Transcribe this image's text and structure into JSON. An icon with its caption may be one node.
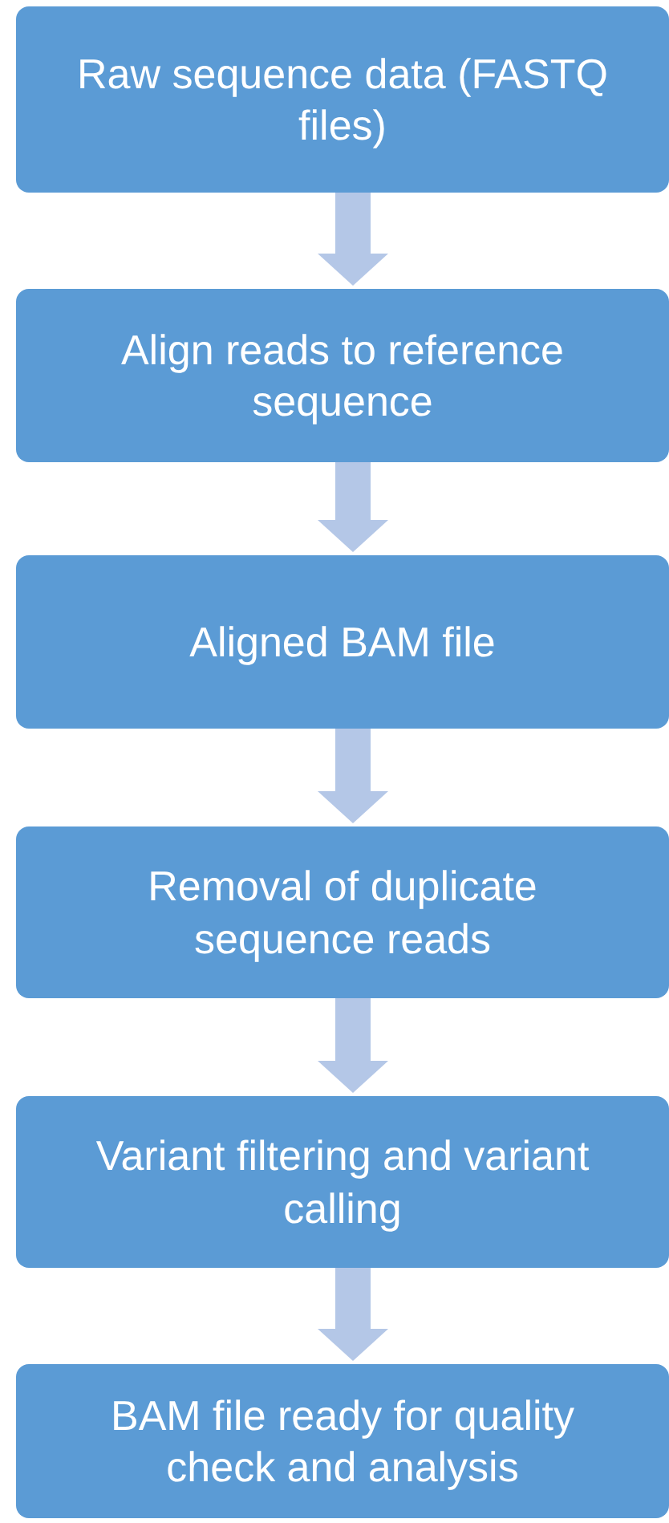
{
  "diagram": {
    "nodes": [
      {
        "text": [
          "Raw sequence data (FASTQ files)"
        ]
      },
      {
        "text": [
          "Align reads to reference sequence"
        ]
      },
      {
        "text": [
          "Aligned BAM file"
        ]
      },
      {
        "text": [
          "Removal of duplicate sequence reads"
        ]
      },
      {
        "text": [
          "Variant filtering and variant calling"
        ]
      },
      {
        "text": [
          "BAM file ready for quality check and analysis"
        ]
      }
    ],
    "edges": [
      {
        "from": 0,
        "to": 1,
        "arrow": "to"
      },
      {
        "from": 1,
        "to": 2,
        "arrow": "to"
      },
      {
        "from": 2,
        "to": 3,
        "arrow": "to"
      },
      {
        "from": 3,
        "to": 4,
        "arrow": "to"
      },
      {
        "from": 4,
        "to": 5,
        "arrow": "to"
      }
    ]
  }
}
